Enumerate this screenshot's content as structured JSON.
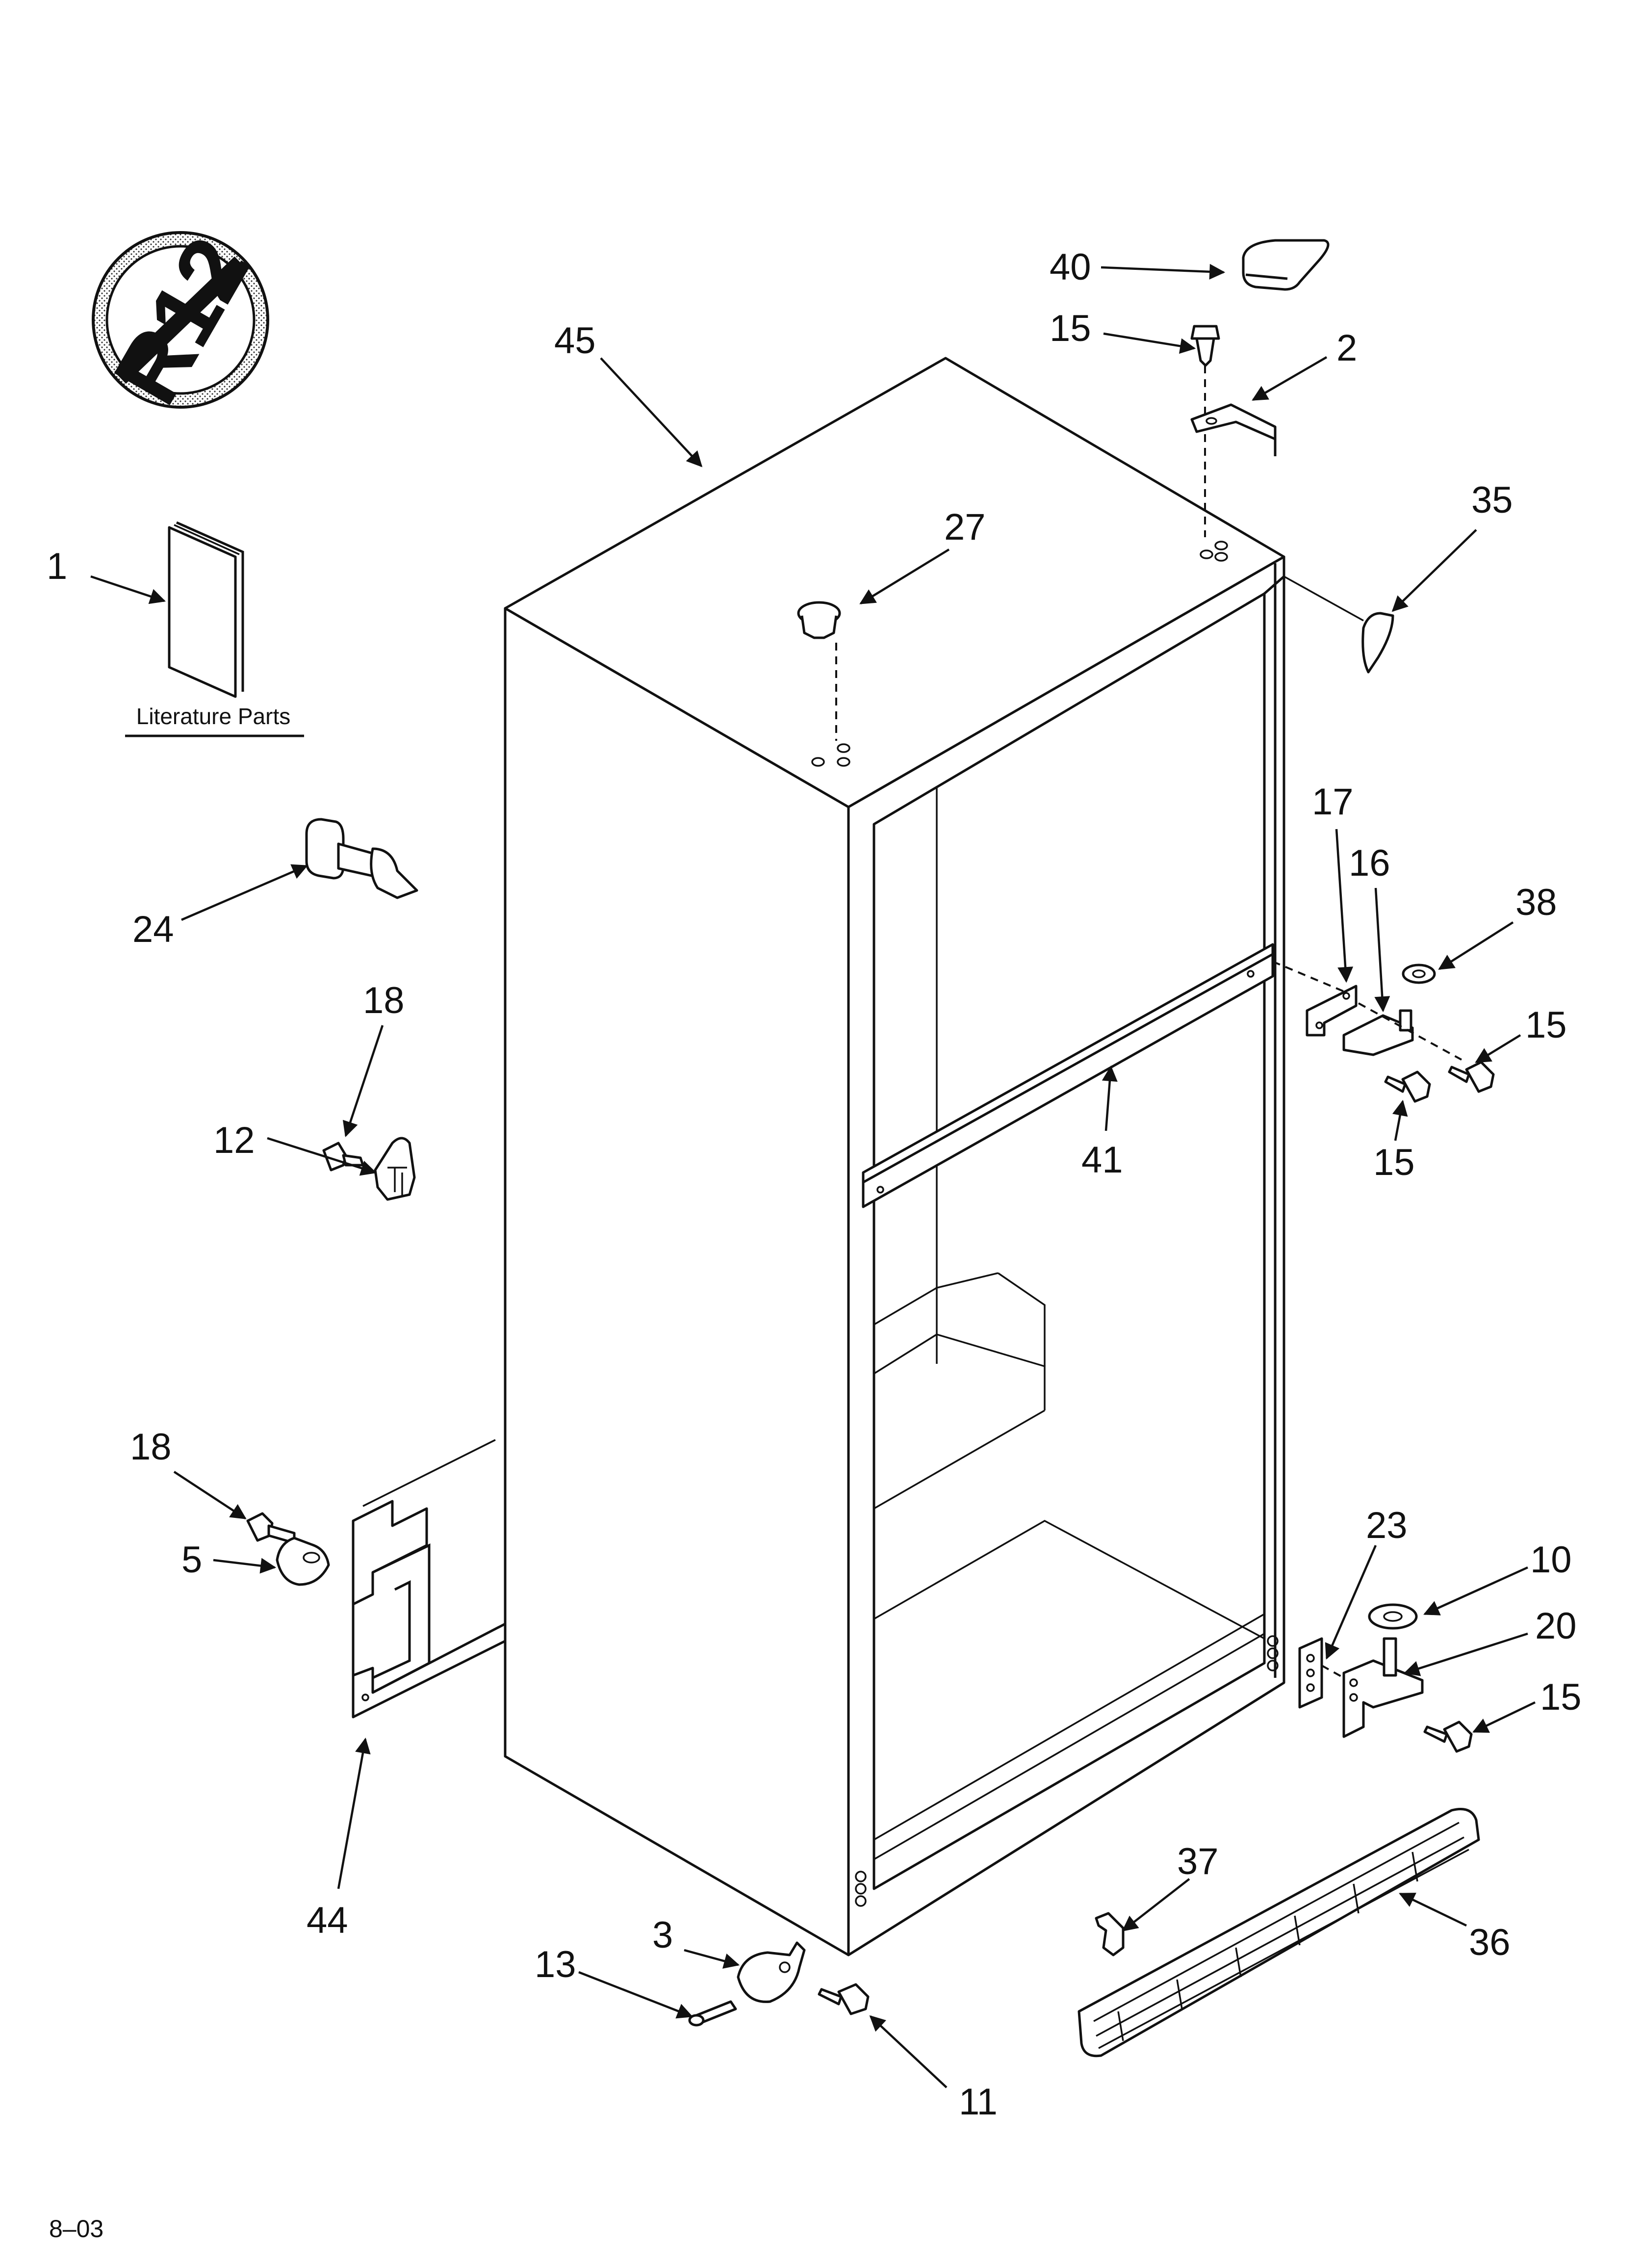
{
  "symbol": {
    "text": "R12",
    "meaning": "no-R12 refrigerant symbol"
  },
  "literature": {
    "caption": "Literature Parts"
  },
  "footer": {
    "code": "8–03"
  },
  "callouts": [
    {
      "id": "c40",
      "text": "40"
    },
    {
      "id": "c15a",
      "text": "15"
    },
    {
      "id": "c2",
      "text": "2"
    },
    {
      "id": "c45",
      "text": "45"
    },
    {
      "id": "c35",
      "text": "35"
    },
    {
      "id": "c1",
      "text": "1"
    },
    {
      "id": "c27",
      "text": "27"
    },
    {
      "id": "c17",
      "text": "17"
    },
    {
      "id": "c16",
      "text": "16"
    },
    {
      "id": "c38",
      "text": "38"
    },
    {
      "id": "c24",
      "text": "24"
    },
    {
      "id": "c15b",
      "text": "15"
    },
    {
      "id": "c18a",
      "text": "18"
    },
    {
      "id": "c41",
      "text": "41"
    },
    {
      "id": "c15c",
      "text": "15"
    },
    {
      "id": "c12",
      "text": "12"
    },
    {
      "id": "c18b",
      "text": "18"
    },
    {
      "id": "c23",
      "text": "23"
    },
    {
      "id": "c10",
      "text": "10"
    },
    {
      "id": "c5",
      "text": "5"
    },
    {
      "id": "c20",
      "text": "20"
    },
    {
      "id": "c15d",
      "text": "15"
    },
    {
      "id": "c37",
      "text": "37"
    },
    {
      "id": "c44",
      "text": "44"
    },
    {
      "id": "c36",
      "text": "36"
    },
    {
      "id": "c3",
      "text": "3"
    },
    {
      "id": "c13",
      "text": "13"
    },
    {
      "id": "c11",
      "text": "11"
    }
  ]
}
